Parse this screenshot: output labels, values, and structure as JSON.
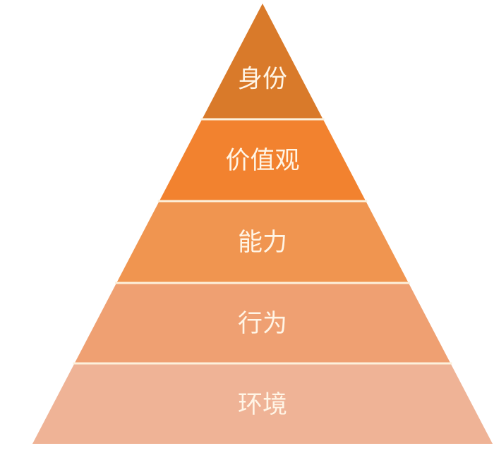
{
  "diagram": {
    "type": "pyramid",
    "levels": [
      {
        "label": "身份",
        "color": "#d97a2a"
      },
      {
        "label": "价值观",
        "color": "#f2822f"
      },
      {
        "label": "能力",
        "color": "#f09550"
      },
      {
        "label": "行为",
        "color": "#efa072"
      },
      {
        "label": "环境",
        "color": "#efb396"
      }
    ],
    "separator_color": "#fdf1dc",
    "text_color": "#fff5e6"
  }
}
